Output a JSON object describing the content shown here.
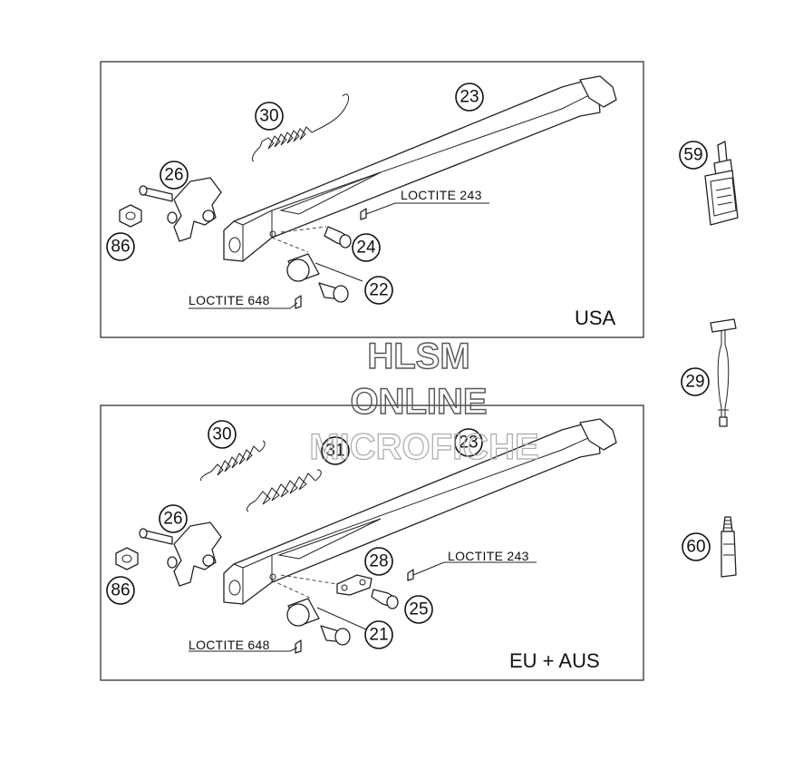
{
  "watermark": {
    "line1": "HLSM",
    "line2": "ONLINE",
    "line3": "MICROFICHE"
  },
  "panel_usa": {
    "region_label": "USA",
    "loctite_243": "LOCTITE 243",
    "loctite_648": "LOCTITE 648",
    "callouts": {
      "spring": "30",
      "stand": "23",
      "bracket": "26",
      "nut": "86",
      "screw": "24",
      "bushing": "22"
    }
  },
  "panel_eu": {
    "region_label": "EU + AUS",
    "loctite_243": "LOCTITE 243",
    "loctite_648": "LOCTITE 648",
    "callouts": {
      "spring_small": "30",
      "spring_large": "31",
      "stand": "23",
      "bracket": "26",
      "nut": "86",
      "plate": "28",
      "screw": "25",
      "bushing": "21"
    }
  },
  "side_parts": {
    "loctite_bottle": "59",
    "grease_tool": "29",
    "sealant_tube": "60"
  }
}
